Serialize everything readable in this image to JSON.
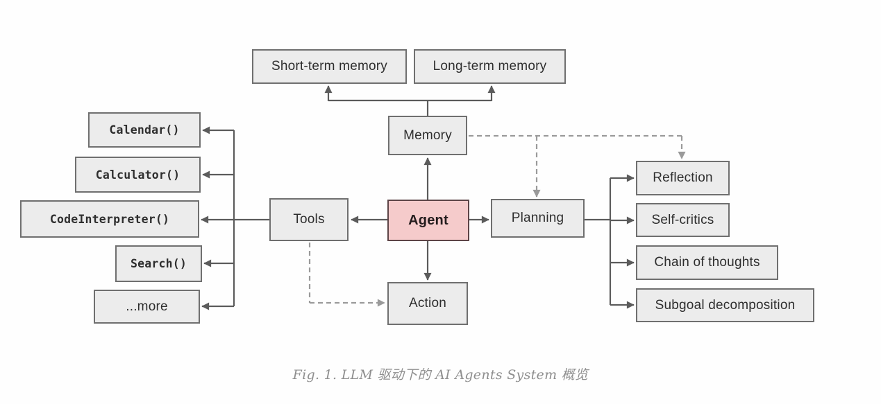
{
  "caption": "Fig. 1. LLM 驱动下的 AI Agents System 概览",
  "colors": {
    "box_fill": "#ececec",
    "box_border": "#6f6f6f",
    "agent_fill": "#f5cbcb",
    "agent_border": "#5d4447",
    "solid_line": "#5b5b5b",
    "dashed_line": "#9a9a9a",
    "caption_text": "#8f8f8f"
  },
  "nodes": {
    "agent": "Agent",
    "memory": "Memory",
    "tools": "Tools",
    "planning": "Planning",
    "action": "Action",
    "short_term_memory": "Short-term memory",
    "long_term_memory": "Long-term memory",
    "tool_items": [
      "Calendar()",
      "Calculator()",
      "CodeInterpreter()",
      "Search()",
      "...more"
    ],
    "planning_items": [
      "Reflection",
      "Self-critics",
      "Chain of thoughts",
      "Subgoal decomposition"
    ]
  },
  "edges": {
    "solid": [
      "memory->short-term-memory",
      "memory->long-term-memory",
      "agent->memory",
      "agent->tools",
      "agent->planning",
      "agent->action",
      "tools->calendar",
      "tools->calculator",
      "tools->codeinterpreter",
      "tools->search",
      "tools->more",
      "planning->reflection",
      "planning->self-critics",
      "planning->chain-of-thoughts",
      "planning->subgoal-decomposition"
    ],
    "dashed": [
      "memory->planning",
      "memory->reflection",
      "tools->action"
    ]
  }
}
